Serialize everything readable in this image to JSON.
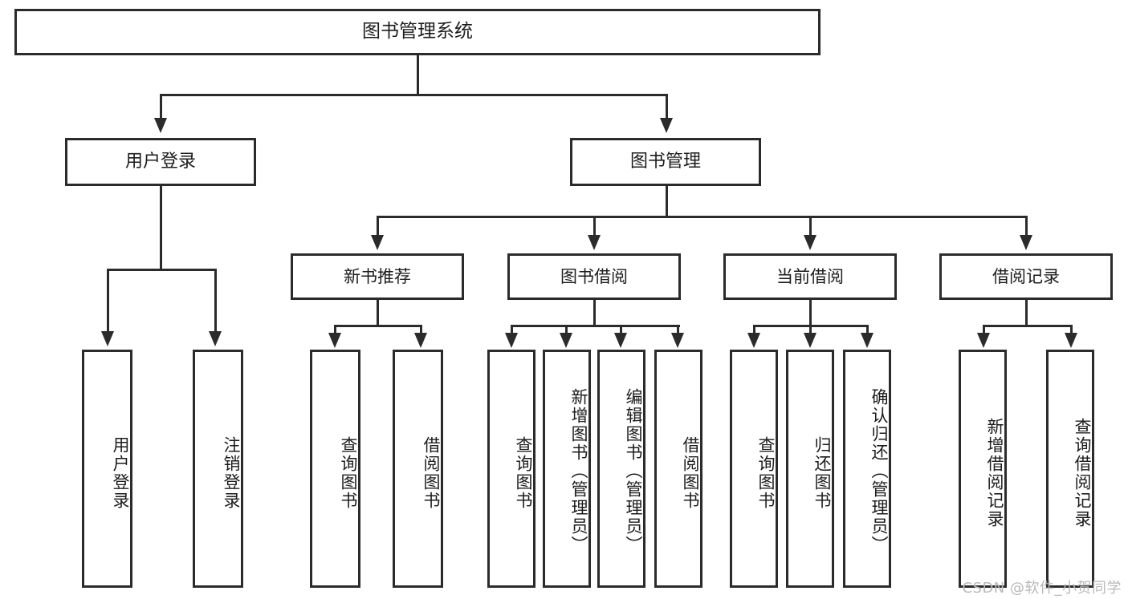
{
  "diagram": {
    "title": "图书管理系统",
    "type": "tree",
    "watermark": "CSDN @软件_小贺同学",
    "colors": {
      "line": "#2b2b2b",
      "box_fill": "#ffffff",
      "text": "#1c1c1c",
      "watermark": "#b9b9b9",
      "background": "#ffffff"
    },
    "root": {
      "label": "图书管理系统"
    },
    "level2": [
      {
        "label": "用户登录"
      },
      {
        "label": "图书管理"
      }
    ],
    "level3": [
      {
        "label": "新书推荐"
      },
      {
        "label": "图书借阅"
      },
      {
        "label": "当前借阅"
      },
      {
        "label": "借阅记录"
      }
    ],
    "leaves": {
      "user_login": [
        {
          "label": "用户登录"
        },
        {
          "label": "注销登录"
        }
      ],
      "new_book_recommend": [
        {
          "label": "查询图书"
        },
        {
          "label": "借阅图书"
        }
      ],
      "book_borrow": [
        {
          "label": "查询图书"
        },
        {
          "label": "新增图书（管理员）"
        },
        {
          "label": "编辑图书（管理员）"
        },
        {
          "label": "借阅图书"
        }
      ],
      "current_borrow": [
        {
          "label": "查询图书"
        },
        {
          "label": "归还图书"
        },
        {
          "label": "确认归还（管理员）"
        }
      ],
      "borrow_record": [
        {
          "label": "新增借阅记录"
        },
        {
          "label": "查询借阅记录"
        }
      ]
    }
  }
}
